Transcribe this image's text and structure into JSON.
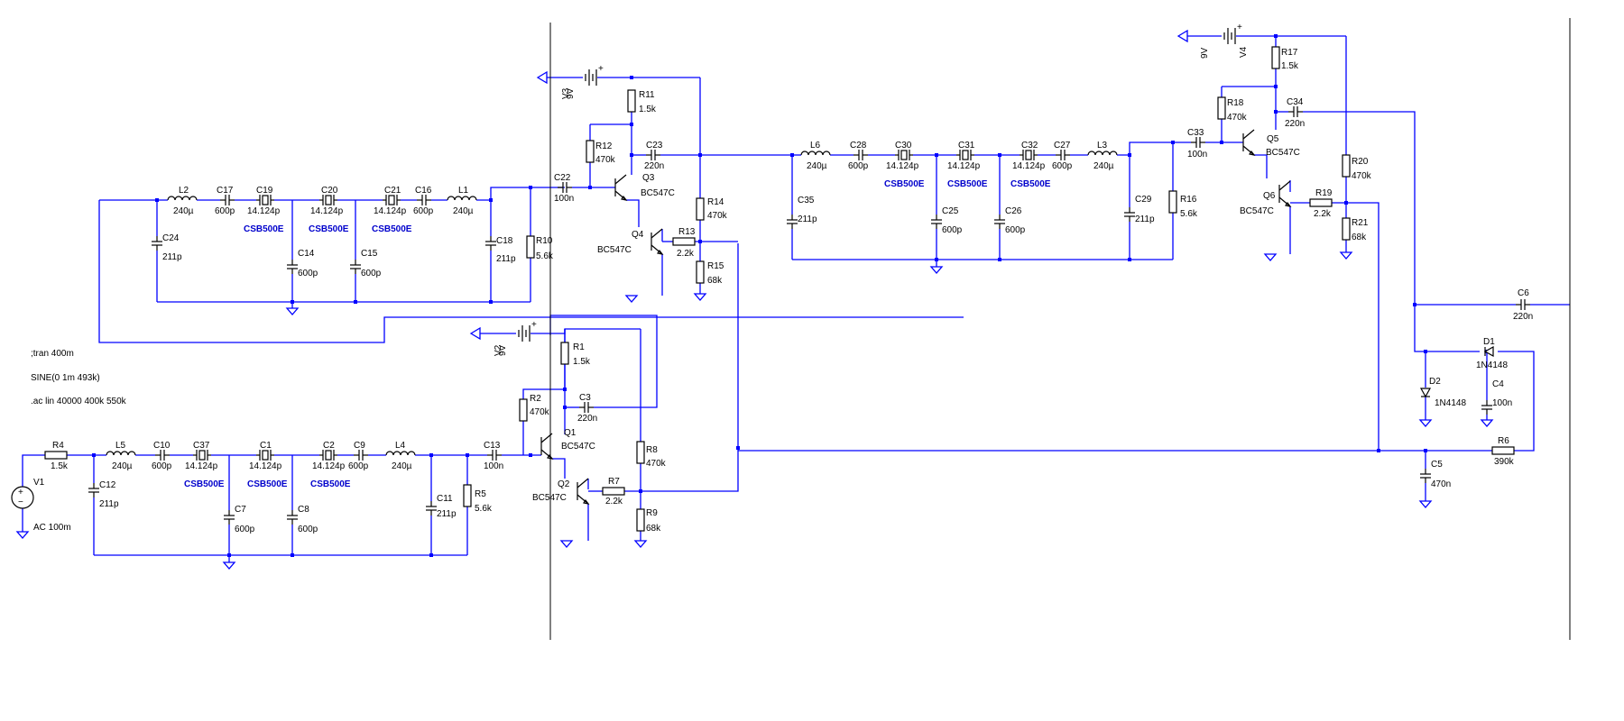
{
  "directives": [
    ";tran 400m",
    "SINE(0 1m 493k)",
    ".ac lin 40000 400k 550k"
  ],
  "sources": [
    {
      "ref": "V1",
      "value": "AC 100m"
    },
    {
      "ref": "V2",
      "value": "9V"
    },
    {
      "ref": "V3",
      "value": "9V"
    },
    {
      "ref": "V4",
      "value": "9V"
    }
  ],
  "transistors": [
    {
      "ref": "Q1",
      "model": "BC547C"
    },
    {
      "ref": "Q2",
      "model": "BC547C"
    },
    {
      "ref": "Q3",
      "model": "BC547C"
    },
    {
      "ref": "Q4",
      "model": "BC547C"
    },
    {
      "ref": "Q5",
      "model": "BC547C"
    },
    {
      "ref": "Q6",
      "model": "BC547C"
    }
  ],
  "resistors": [
    {
      "ref": "R1",
      "value": "1.5k"
    },
    {
      "ref": "R2",
      "value": "470k"
    },
    {
      "ref": "R4",
      "value": "1.5k"
    },
    {
      "ref": "R5",
      "value": "5.6k"
    },
    {
      "ref": "R6",
      "value": "390k"
    },
    {
      "ref": "R7",
      "value": "2.2k"
    },
    {
      "ref": "R8",
      "value": "470k"
    },
    {
      "ref": "R9",
      "value": "68k"
    },
    {
      "ref": "R10",
      "value": "5.6k"
    },
    {
      "ref": "R11",
      "value": "1.5k"
    },
    {
      "ref": "R12",
      "value": "470k"
    },
    {
      "ref": "R13",
      "value": "2.2k"
    },
    {
      "ref": "R14",
      "value": "470k"
    },
    {
      "ref": "R15",
      "value": "68k"
    },
    {
      "ref": "R16",
      "value": "5.6k"
    },
    {
      "ref": "R17",
      "value": "1.5k"
    },
    {
      "ref": "R18",
      "value": "470k"
    },
    {
      "ref": "R19",
      "value": "2.2k"
    },
    {
      "ref": "R20",
      "value": "470k"
    },
    {
      "ref": "R21",
      "value": "68k"
    }
  ],
  "capacitors": [
    {
      "ref": "C3",
      "value": "220n"
    },
    {
      "ref": "C4",
      "value": "100n"
    },
    {
      "ref": "C5",
      "value": "470n"
    },
    {
      "ref": "C6",
      "value": "220n"
    },
    {
      "ref": "C7",
      "value": "600p"
    },
    {
      "ref": "C8",
      "value": "600p"
    },
    {
      "ref": "C9",
      "value": "600p"
    },
    {
      "ref": "C10",
      "value": "600p"
    },
    {
      "ref": "C11",
      "value": "211p"
    },
    {
      "ref": "C12",
      "value": "211p"
    },
    {
      "ref": "C13",
      "value": "100n"
    },
    {
      "ref": "C14",
      "value": "600p"
    },
    {
      "ref": "C15",
      "value": "600p"
    },
    {
      "ref": "C16",
      "value": "600p"
    },
    {
      "ref": "C17",
      "value": "600p"
    },
    {
      "ref": "C18",
      "value": "211p"
    },
    {
      "ref": "C22",
      "value": "100n"
    },
    {
      "ref": "C23",
      "value": "220n"
    },
    {
      "ref": "C24",
      "value": "211p"
    },
    {
      "ref": "C25",
      "value": "600p"
    },
    {
      "ref": "C26",
      "value": "600p"
    },
    {
      "ref": "C27",
      "value": "600p"
    },
    {
      "ref": "C28",
      "value": "600p"
    },
    {
      "ref": "C29",
      "value": "211p"
    },
    {
      "ref": "C33",
      "value": "100n"
    },
    {
      "ref": "C34",
      "value": "220n"
    },
    {
      "ref": "C35",
      "value": "211p"
    }
  ],
  "crystals": [
    {
      "ref": "C1",
      "value": "14.124p",
      "part": "CSB500E"
    },
    {
      "ref": "C2",
      "value": "14.124p",
      "part": "CSB500E"
    },
    {
      "ref": "C19",
      "value": "14.124p",
      "part": "CSB500E"
    },
    {
      "ref": "C20",
      "value": "14.124p",
      "part": "CSB500E"
    },
    {
      "ref": "C21",
      "value": "14.124p",
      "part": "CSB500E"
    },
    {
      "ref": "C30",
      "value": "14.124p",
      "part": "CSB500E"
    },
    {
      "ref": "C31",
      "value": "14.124p",
      "part": "CSB500E"
    },
    {
      "ref": "C32",
      "value": "14.124p",
      "part": "CSB500E"
    },
    {
      "ref": "C37",
      "value": "14.124p",
      "part": "CSB500E"
    }
  ],
  "inductors": [
    {
      "ref": "L1",
      "value": "240µ"
    },
    {
      "ref": "L2",
      "value": "240µ"
    },
    {
      "ref": "L3",
      "value": "240µ"
    },
    {
      "ref": "L4",
      "value": "240µ"
    },
    {
      "ref": "L5",
      "value": "240µ"
    },
    {
      "ref": "L6",
      "value": "240µ"
    }
  ],
  "diodes": [
    {
      "ref": "D1",
      "model": "1N4148"
    },
    {
      "ref": "D2",
      "model": "1N4148"
    }
  ],
  "colors": {
    "wire": "#0000ff",
    "component": "#000000",
    "part_name": "#0000cc",
    "background": "#ffffff"
  }
}
